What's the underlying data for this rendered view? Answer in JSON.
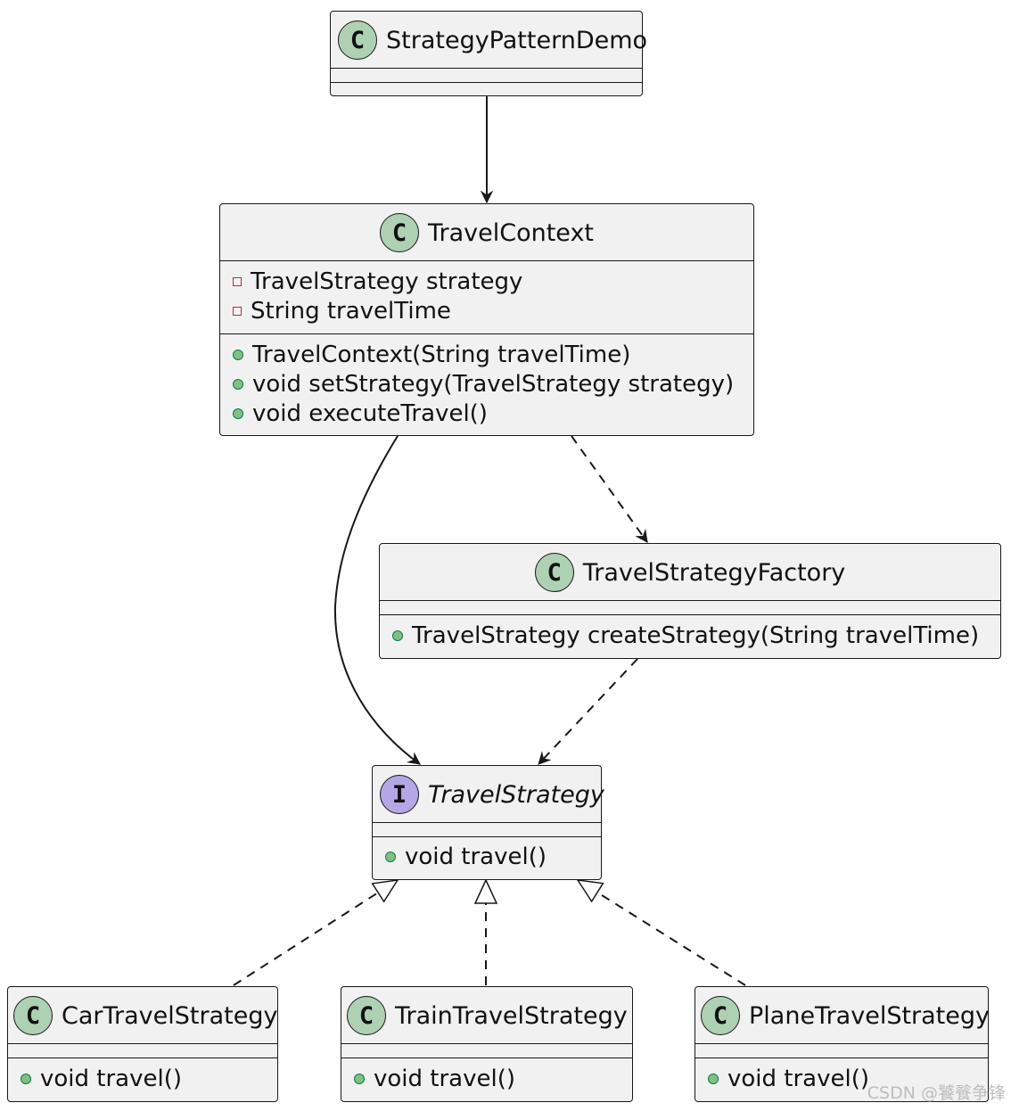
{
  "classes": {
    "demo": {
      "badge": "C",
      "name": "StrategyPatternDemo",
      "fields": [],
      "methods": []
    },
    "context": {
      "badge": "C",
      "name": "TravelContext",
      "fields": [
        {
          "vis": "private",
          "text": "TravelStrategy strategy"
        },
        {
          "vis": "private",
          "text": "String travelTime"
        }
      ],
      "methods": [
        {
          "vis": "public",
          "text": "TravelContext(String travelTime)"
        },
        {
          "vis": "public",
          "text": "void setStrategy(TravelStrategy strategy)"
        },
        {
          "vis": "public",
          "text": "void executeTravel()"
        }
      ]
    },
    "factory": {
      "badge": "C",
      "name": "TravelStrategyFactory",
      "fields": [],
      "methods": [
        {
          "vis": "public",
          "text": "TravelStrategy createStrategy(String travelTime)"
        }
      ]
    },
    "strategy": {
      "badge": "I",
      "name": "TravelStrategy",
      "abstract": true,
      "fields": [],
      "methods": [
        {
          "vis": "public",
          "text": "void travel()"
        }
      ]
    },
    "car": {
      "badge": "C",
      "name": "CarTravelStrategy",
      "fields": [],
      "methods": [
        {
          "vis": "public",
          "text": "void travel()"
        }
      ]
    },
    "train": {
      "badge": "C",
      "name": "TrainTravelStrategy",
      "fields": [],
      "methods": [
        {
          "vis": "public",
          "text": "void travel()"
        }
      ]
    },
    "plane": {
      "badge": "C",
      "name": "PlaneTravelStrategy",
      "fields": [],
      "methods": [
        {
          "vis": "public",
          "text": "void travel()"
        }
      ]
    }
  },
  "relations": [
    {
      "from": "StrategyPatternDemo",
      "to": "TravelContext",
      "kind": "association"
    },
    {
      "from": "TravelContext",
      "to": "TravelStrategy",
      "kind": "association"
    },
    {
      "from": "TravelContext",
      "to": "TravelStrategyFactory",
      "kind": "dependency"
    },
    {
      "from": "TravelStrategyFactory",
      "to": "TravelStrategy",
      "kind": "dependency"
    },
    {
      "from": "CarTravelStrategy",
      "to": "TravelStrategy",
      "kind": "realization"
    },
    {
      "from": "TrainTravelStrategy",
      "to": "TravelStrategy",
      "kind": "realization"
    },
    {
      "from": "PlaneTravelStrategy",
      "to": "TravelStrategy",
      "kind": "realization"
    }
  ],
  "colors": {
    "class_fill": "#f1f1f1",
    "border": "#181818",
    "class_badge": "#add1b2",
    "interface_badge": "#b4a7e5",
    "public_marker": "#84be84",
    "private_marker": "#c82930"
  },
  "watermark": "CSDN @饕餮争锋"
}
